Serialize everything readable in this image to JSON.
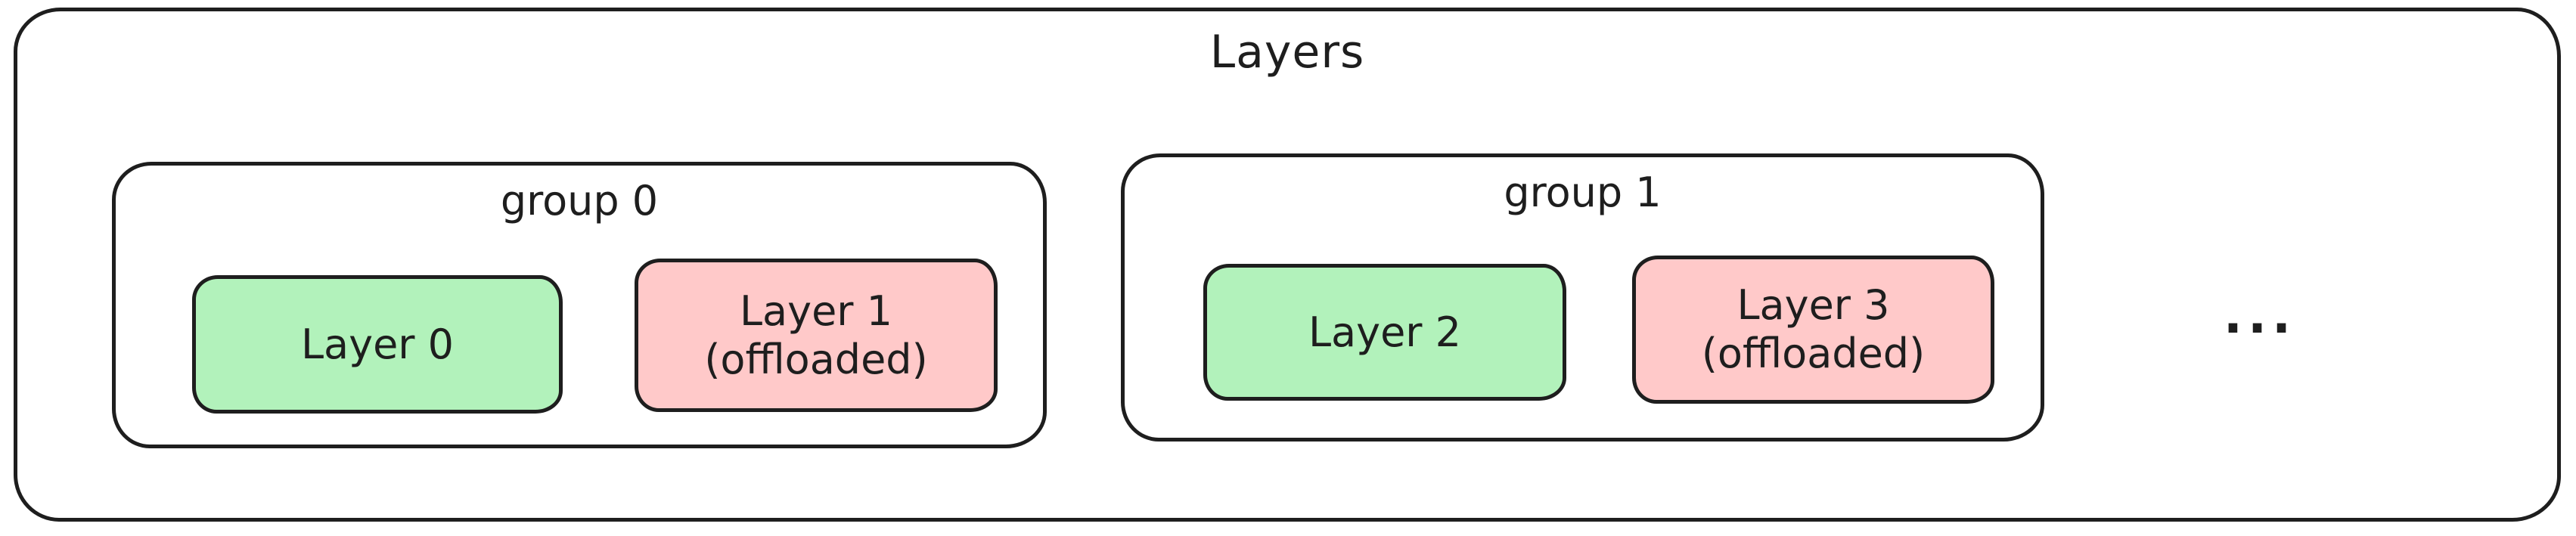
{
  "diagram": {
    "title": "Layers",
    "ellipsis": "...",
    "groups": [
      {
        "label": "group 0",
        "layers": [
          {
            "label": "Layer 0",
            "sublabel": "",
            "status": "active"
          },
          {
            "label": "Layer 1",
            "sublabel": "(offloaded)",
            "status": "offloaded"
          }
        ]
      },
      {
        "label": "group 1",
        "layers": [
          {
            "label": "Layer 2",
            "sublabel": "",
            "status": "active"
          },
          {
            "label": "Layer 3",
            "sublabel": "(offloaded)",
            "status": "offloaded"
          }
        ]
      }
    ],
    "colors": {
      "active_fill": "#b2f2bb",
      "offloaded_fill": "#ffc9c9",
      "stroke": "#1e1e1e",
      "background": "#ffffff"
    }
  }
}
